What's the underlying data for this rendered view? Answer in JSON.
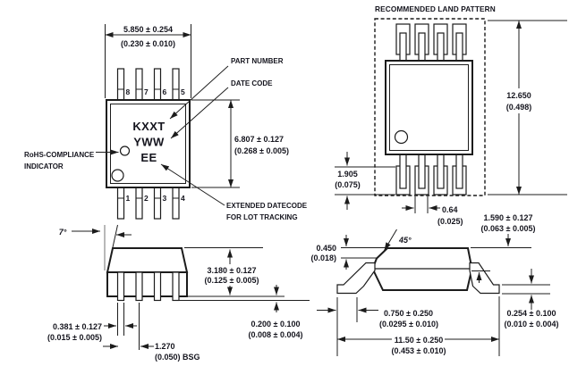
{
  "colors": {
    "ink": "#15151e",
    "line": "#1c1c1c",
    "ref_line": "#999999",
    "bg": "#ffffff"
  },
  "top_view": {
    "marking_line1": "KXXT",
    "marking_line2": "YWW",
    "marking_line3": "EE",
    "pins_top": [
      "8",
      "7",
      "6",
      "5"
    ],
    "pins_bottom": [
      "1",
      "2",
      "3",
      "4"
    ],
    "dim_width_mm": "5.850 ± 0.254",
    "dim_width_in": "(0.230 ± 0.010)",
    "dim_height_mm": "6.807 ± 0.127",
    "dim_height_in": "(0.268 ± 0.005)",
    "label_rohs_1": "RoHS-COMPLIANCE",
    "label_rohs_2": "INDICATOR",
    "label_part_number": "PART NUMBER",
    "label_date_code": "DATE CODE",
    "label_extended_1": "EXTENDED DATECODE",
    "label_extended_2": "FOR LOT TRACKING"
  },
  "land_pattern": {
    "title": "RECOMMENDED LAND PATTERN",
    "dim_height_mm": "12.650",
    "dim_height_in": "(0.498)",
    "dim_pad_length_mm": "1.905",
    "dim_pad_length_in": "(0.075)",
    "dim_pad_width_mm": "0.64",
    "dim_pad_width_in": "(0.025)"
  },
  "side_view": {
    "lead_angle": "7°",
    "dim_thickness_mm": "3.180 ± 0.127",
    "dim_thickness_in": "(0.125 ± 0.005)",
    "dim_lead_width_mm": "0.381 ± 0.127",
    "dim_lead_width_in": "(0.015 ± 0.005)",
    "dim_pitch_mm": "1.270",
    "dim_pitch_in": "(0.050) BSG",
    "dim_standoff_mm": "0.200 ± 0.100",
    "dim_standoff_in": "(0.008 ± 0.004)"
  },
  "end_view": {
    "chamfer_angle": "45°",
    "dim_chamfer_mm": "0.450",
    "dim_chamfer_in": "(0.018)",
    "dim_shoulder_mm": "1.590 ± 0.127",
    "dim_shoulder_in": "(0.063 ± 0.005)",
    "dim_foot_mm": "0.750 ± 0.250",
    "dim_foot_in": "(0.0295 ± 0.010)",
    "dim_span_mm": "11.50 ± 0.250",
    "dim_span_in": "(0.453 ± 0.010)",
    "dim_lead_thickness_mm": "0.254 ± 0.100",
    "dim_lead_thickness_in": "(0.010 ± 0.004)"
  }
}
